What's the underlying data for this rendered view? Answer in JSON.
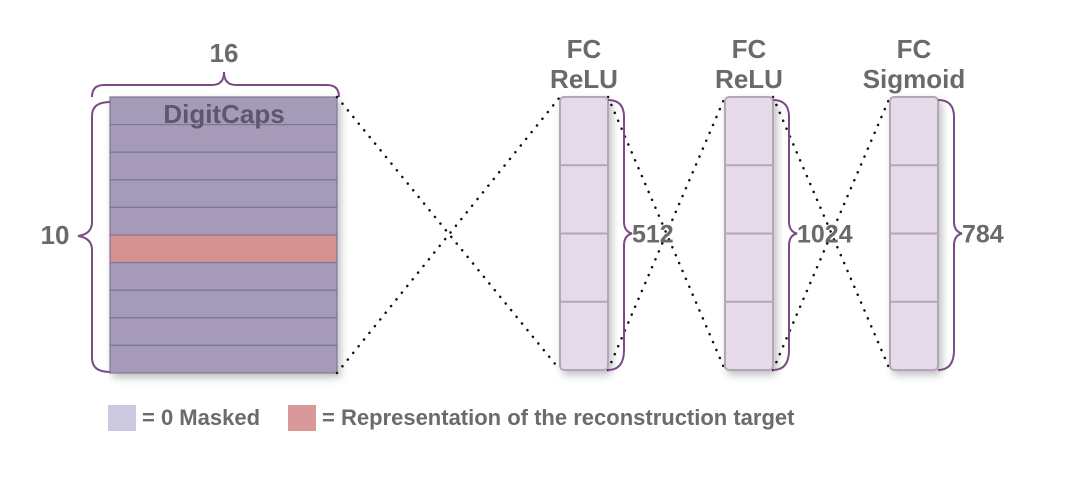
{
  "digitcaps": {
    "title": "DigitCaps",
    "width_label": "16",
    "height_label": "10",
    "rows": 10,
    "target_row_index": 5,
    "colors": {
      "masked": "#a59bb8",
      "target": "#d4918f",
      "grid_line": "#7f7496",
      "brace": "#7b4b86"
    }
  },
  "layers": [
    {
      "name": "FC",
      "activation": "ReLU",
      "size_label": "512",
      "cells": 4
    },
    {
      "name": "FC",
      "activation": "ReLU",
      "size_label": "1024",
      "cells": 4
    },
    {
      "name": "FC",
      "activation": "Sigmoid",
      "size_label": "784",
      "cells": 4
    }
  ],
  "layer_colors": {
    "fill": "#e5dbe8",
    "border": "#b3a6b9"
  },
  "legend": {
    "items": [
      {
        "label": "= 0 Masked",
        "color": "#cbc8e0"
      },
      {
        "label": "= Representation of the reconstruction target",
        "color": "#d9989a"
      }
    ]
  }
}
